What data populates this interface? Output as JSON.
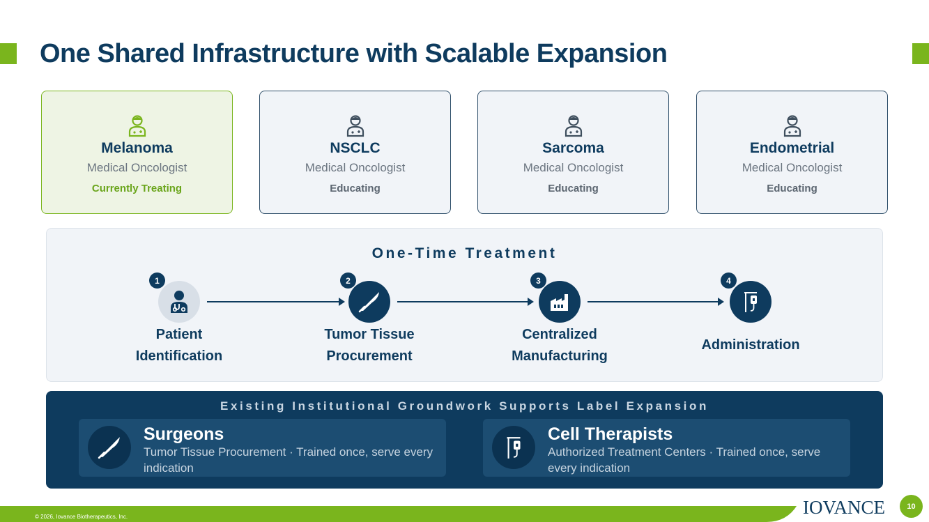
{
  "title": "One Shared Infrastructure with Scalable Expansion",
  "cards": [
    {
      "title": "Melanoma",
      "subtitle": "Medical Oncologist",
      "status": "Currently Treating",
      "icon": "doctor-icon"
    },
    {
      "title": "NSCLC",
      "subtitle": "Medical Oncologist",
      "status": "Educating",
      "icon": "doctor-icon"
    },
    {
      "title": "Sarcoma",
      "subtitle": "Medical Oncologist",
      "status": "Educating",
      "icon": "doctor-icon"
    },
    {
      "title": "Endometrial",
      "subtitle": "Medical Oncologist",
      "status": "Educating",
      "icon": "doctor-icon"
    }
  ],
  "treatment": {
    "title": "One-Time Treatment",
    "steps": [
      {
        "num": "1",
        "line1": "Patient",
        "line2": "Identification",
        "icon": "patient-icon"
      },
      {
        "num": "2",
        "line1": "Tumor Tissue",
        "line2": "Procurement",
        "icon": "scalpel-icon"
      },
      {
        "num": "3",
        "line1": "Centralized",
        "line2": "Manufacturing",
        "icon": "factory-icon"
      },
      {
        "num": "4",
        "line1": "Administration",
        "line2": "",
        "icon": "iv-drip-icon"
      }
    ]
  },
  "groundwork": {
    "title": "Existing Institutional Groundwork Supports Label Expansion",
    "roles": [
      {
        "title": "Surgeons",
        "desc": "Tumor Tissue Procurement · Trained once, serve every indication",
        "icon": "scalpel-icon"
      },
      {
        "title": "Cell Therapists",
        "desc": "Authorized Treatment Centers · Trained once, serve every indication",
        "icon": "iv-drip-icon"
      }
    ]
  },
  "footer": {
    "copyright": "© 2026, Iovance Biotherapeutics, Inc.",
    "logo": "IOVANCE",
    "page": "10"
  },
  "colors": {
    "navy": "#0e3b5e",
    "green": "#7ab51d",
    "panel": "#f1f4f8"
  }
}
